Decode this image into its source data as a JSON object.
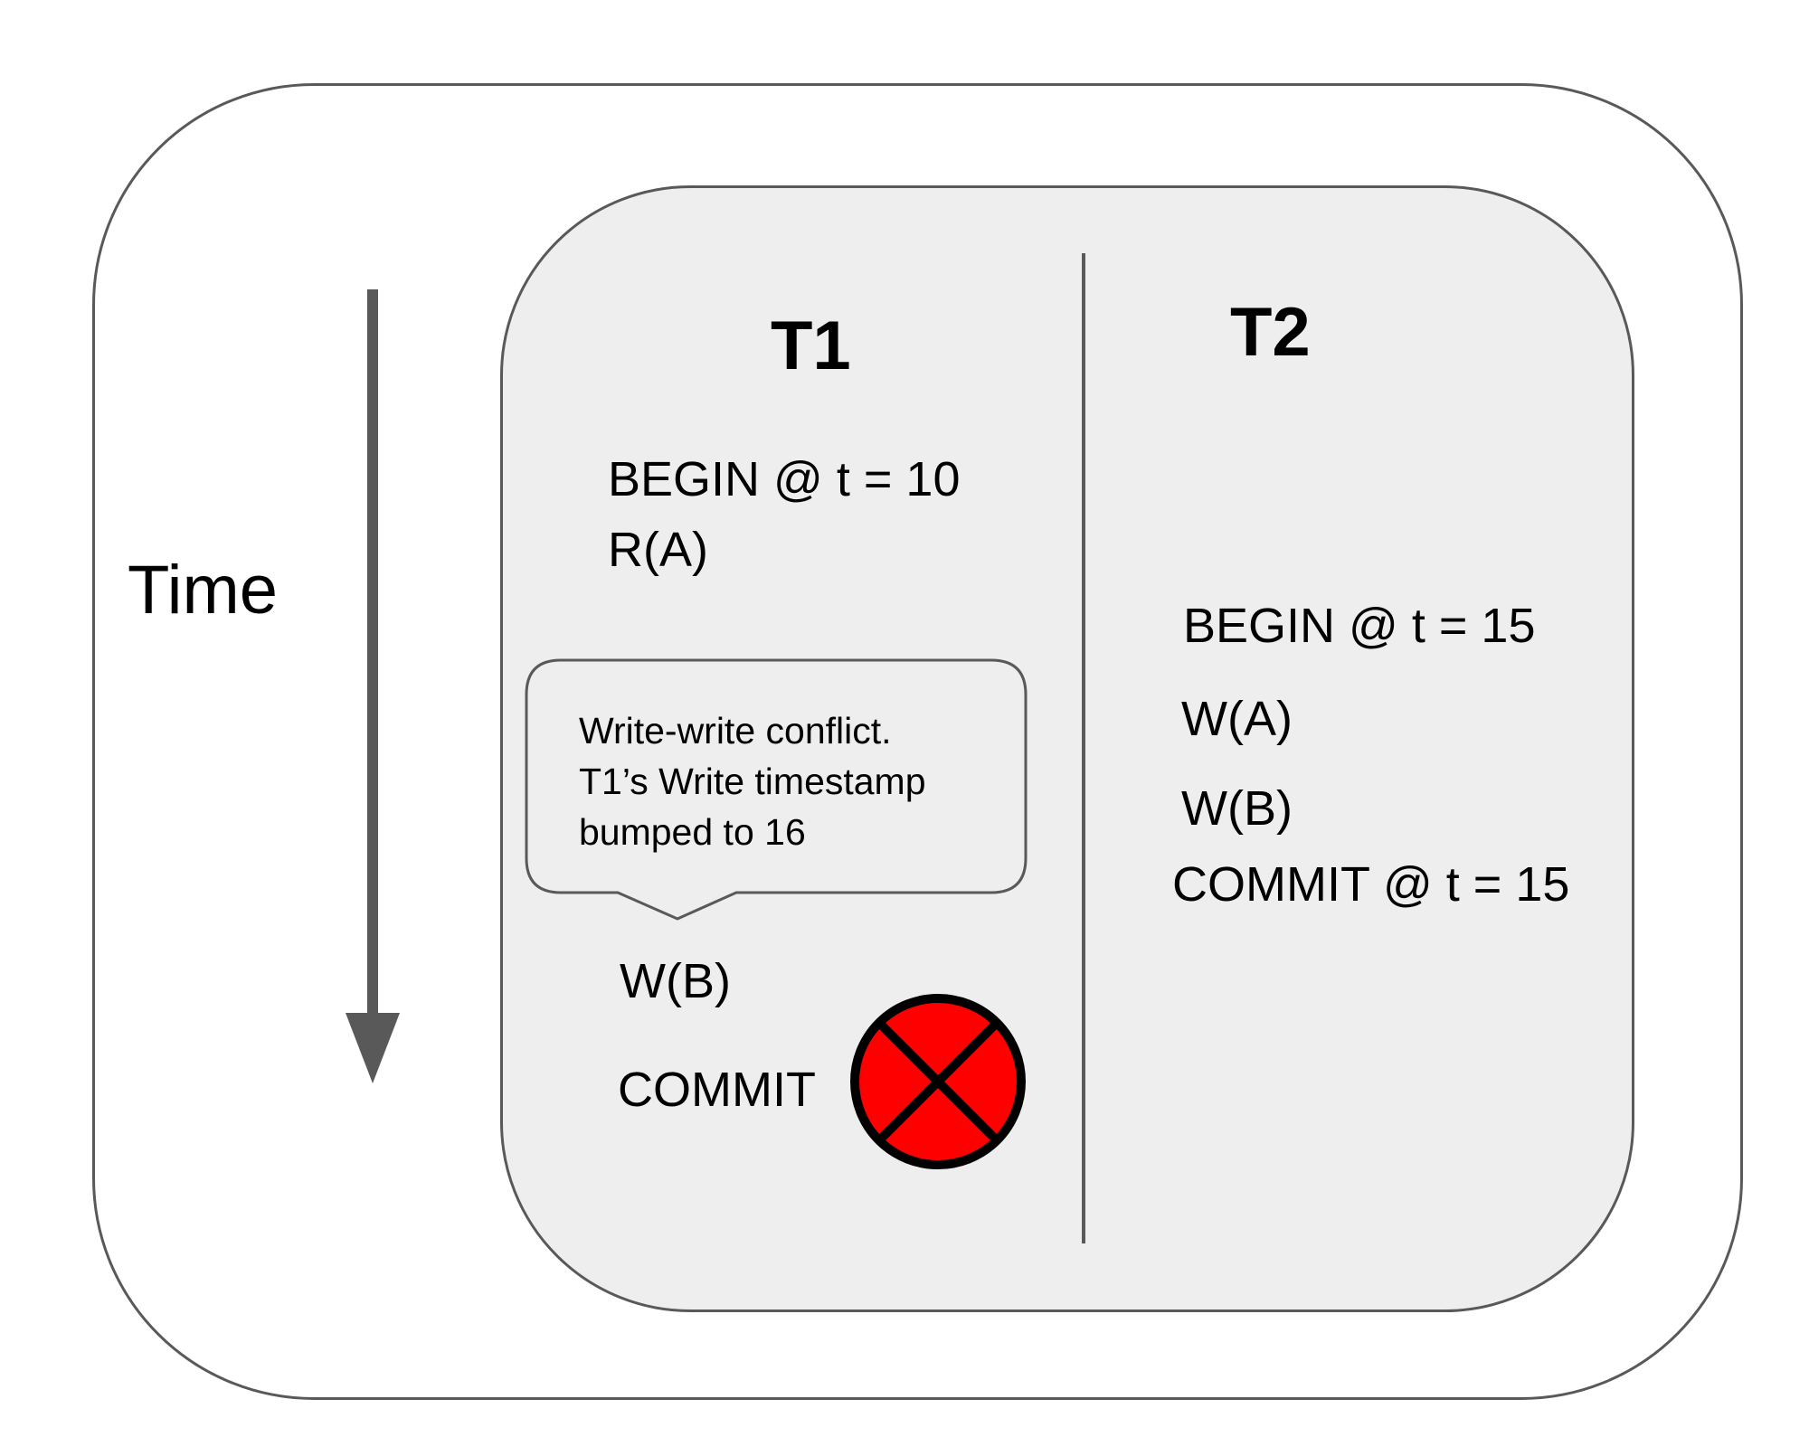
{
  "time_axis": {
    "label": "Time",
    "icon": "down-arrow-icon",
    "color": "#595959"
  },
  "t1": {
    "title": "T1",
    "begin": "BEGIN @ t = 10",
    "read_a": "R(A)",
    "write_b": "W(B)",
    "commit": "COMMIT",
    "commit_status_icon": "abort-x-icon",
    "commit_status_color": "#ff0000"
  },
  "t2": {
    "title": "T2",
    "begin": "BEGIN @ t = 15",
    "write_a": "W(A)",
    "write_b": "W(B)",
    "commit": "COMMIT @ t = 15"
  },
  "callout": {
    "lines": [
      "Write-write conflict.",
      "T1’s Write timestamp",
      "bumped to 16"
    ]
  },
  "colors": {
    "panel_fill": "#eeeeee",
    "border": "#595959"
  }
}
